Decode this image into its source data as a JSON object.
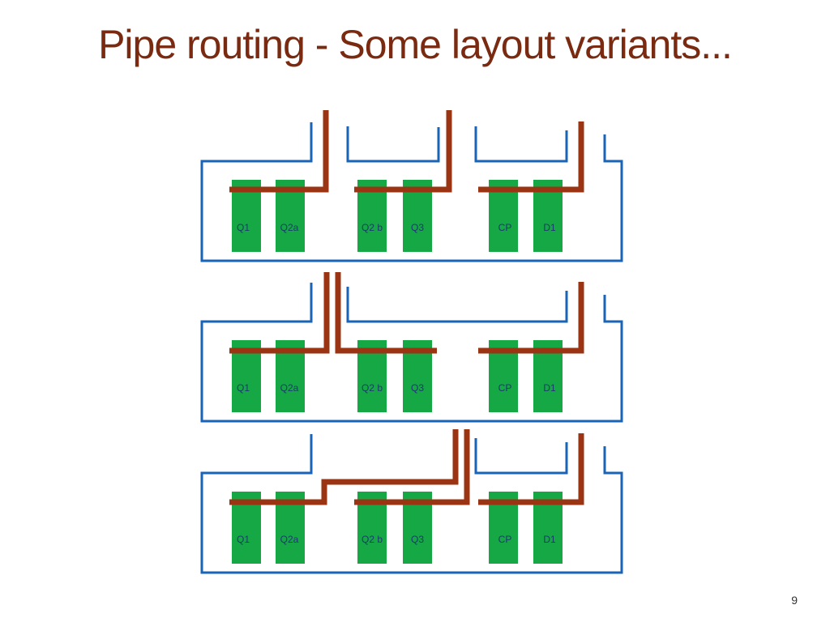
{
  "slide": {
    "title": "Pipe routing - Some layout variants...",
    "page_number": "9"
  },
  "colors": {
    "title": "#7a2a10",
    "wall": "#1a64b8",
    "module": "#16a845",
    "pipe": "#9a3412",
    "label": "#1a3a6e"
  },
  "modules": [
    "Q1",
    "Q2a",
    "Q2 b",
    "Q3",
    "CP",
    "D1"
  ],
  "variants": [
    {
      "id": "variant-1"
    },
    {
      "id": "variant-2"
    },
    {
      "id": "variant-3"
    }
  ]
}
